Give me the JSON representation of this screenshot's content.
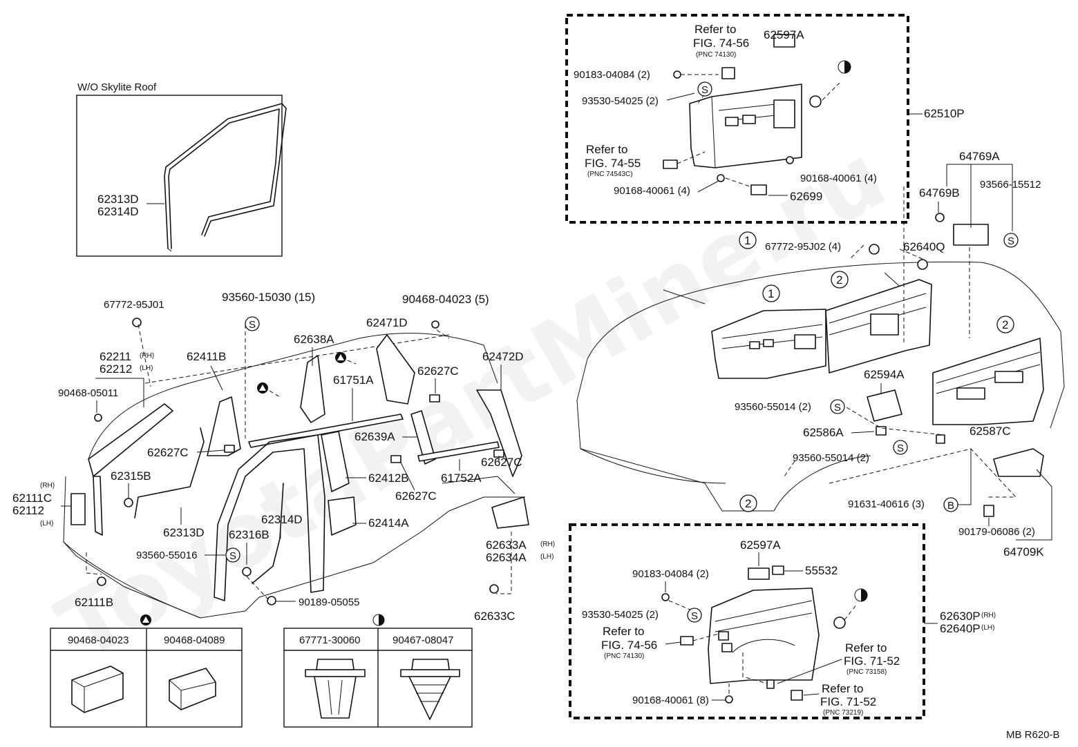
{
  "watermark": "ToyotaPartMine.ru",
  "footer_code": "MB  R620-B",
  "inset_title": "W/O Skylite Roof",
  "symbols": {
    "circle_one": "1",
    "circle_two": "2",
    "s_mark": "S",
    "b_mark": "B"
  },
  "fastener_tables": {
    "triangle": [
      "90468-04023",
      "90468-04089"
    ],
    "half_circle": [
      "67771-30060",
      "90467-08047"
    ]
  },
  "labels": {
    "l62313D": "62313D",
    "l62314D_a": "62314D",
    "l67772_95J01": "67772-95J01",
    "l93560_15030": "93560-15030 (15)",
    "l90468_04023_5": "90468-04023 (5)",
    "l62471D": "62471D",
    "l62211": "62211",
    "rh1": "(RH)",
    "l62212": "62212",
    "lh1": "(LH)",
    "l62411B": "62411B",
    "l62638A": "62638A",
    "l90468_05011": "90468-05011",
    "l61751A": "61751A",
    "l62627C_1": "62627C",
    "l62472D": "62472D",
    "l62639A": "62639A",
    "l62627C_2": "62627C",
    "l62627C_3": "62627C",
    "l62315B": "62315B",
    "rh2": "(RH)",
    "l62111C": "62111C",
    "l62112": "62112",
    "lh2": "(LH)",
    "l62412B": "62412B",
    "l61752A": "61752A",
    "l62627C_4": "62627C",
    "l62414A": "62414A",
    "l62313D_b": "62313D",
    "l62314D_b": "62314D",
    "l62316B": "62316B",
    "l93560_55016": "93560-55016",
    "l62633A": "62633A",
    "rh3": "(RH)",
    "l62634A": "62634A",
    "lh3": "(LH)",
    "l90189_05055": "90189-05055",
    "l62111B": "62111B",
    "l62633C": "62633C",
    "refer_to": "Refer to",
    "fig_74_56": "FIG. 74-56",
    "pnc_74130": "(PNC 74130)",
    "l62597A": "62597A",
    "l90183_04084_2": "90183-04084 (2)",
    "l93530_54025_2": "93530-54025 (2)",
    "l62510P": "62510P",
    "fig_74_55": "FIG. 74-55",
    "pnc_74543C": "(PNC 74543C)",
    "l90168_40061_4a": "90168-40061 (4)",
    "l90168_40061_4b": "90168-40061 (4)",
    "l62699": "62699",
    "l64769A": "64769A",
    "l64769B": "64769B",
    "l93566_15512": "93566-15512",
    "l67772_95J02": "67772-95J02 (4)",
    "l62640Q": "62640Q",
    "l62594A": "62594A",
    "l93560_55014_a": "93560-55014 (2)",
    "l62586A": "62586A",
    "l62587C": "62587C",
    "l93560_55014_b": "93560-55014 (2)",
    "l91631_40616": "91631-40616 (3)",
    "l90179_06086": "90179-06086 (2)",
    "l64709K": "64709K",
    "l62597A_b": "62597A",
    "l90183_04084_b": "90183-04084 (2)",
    "l55532": "55532",
    "l93530_54025_b": "93530-54025 (2)",
    "l62630P": "62630P",
    "rh4": "(RH)",
    "l62640P": "62640P",
    "lh4": "(LH)",
    "fig_71_52": "FIG. 71-52",
    "pnc_73158": "(PNC 73158)",
    "pnc_73219": "(PNC 73219)",
    "l90168_40061_8": "90168-40061 (8)"
  }
}
